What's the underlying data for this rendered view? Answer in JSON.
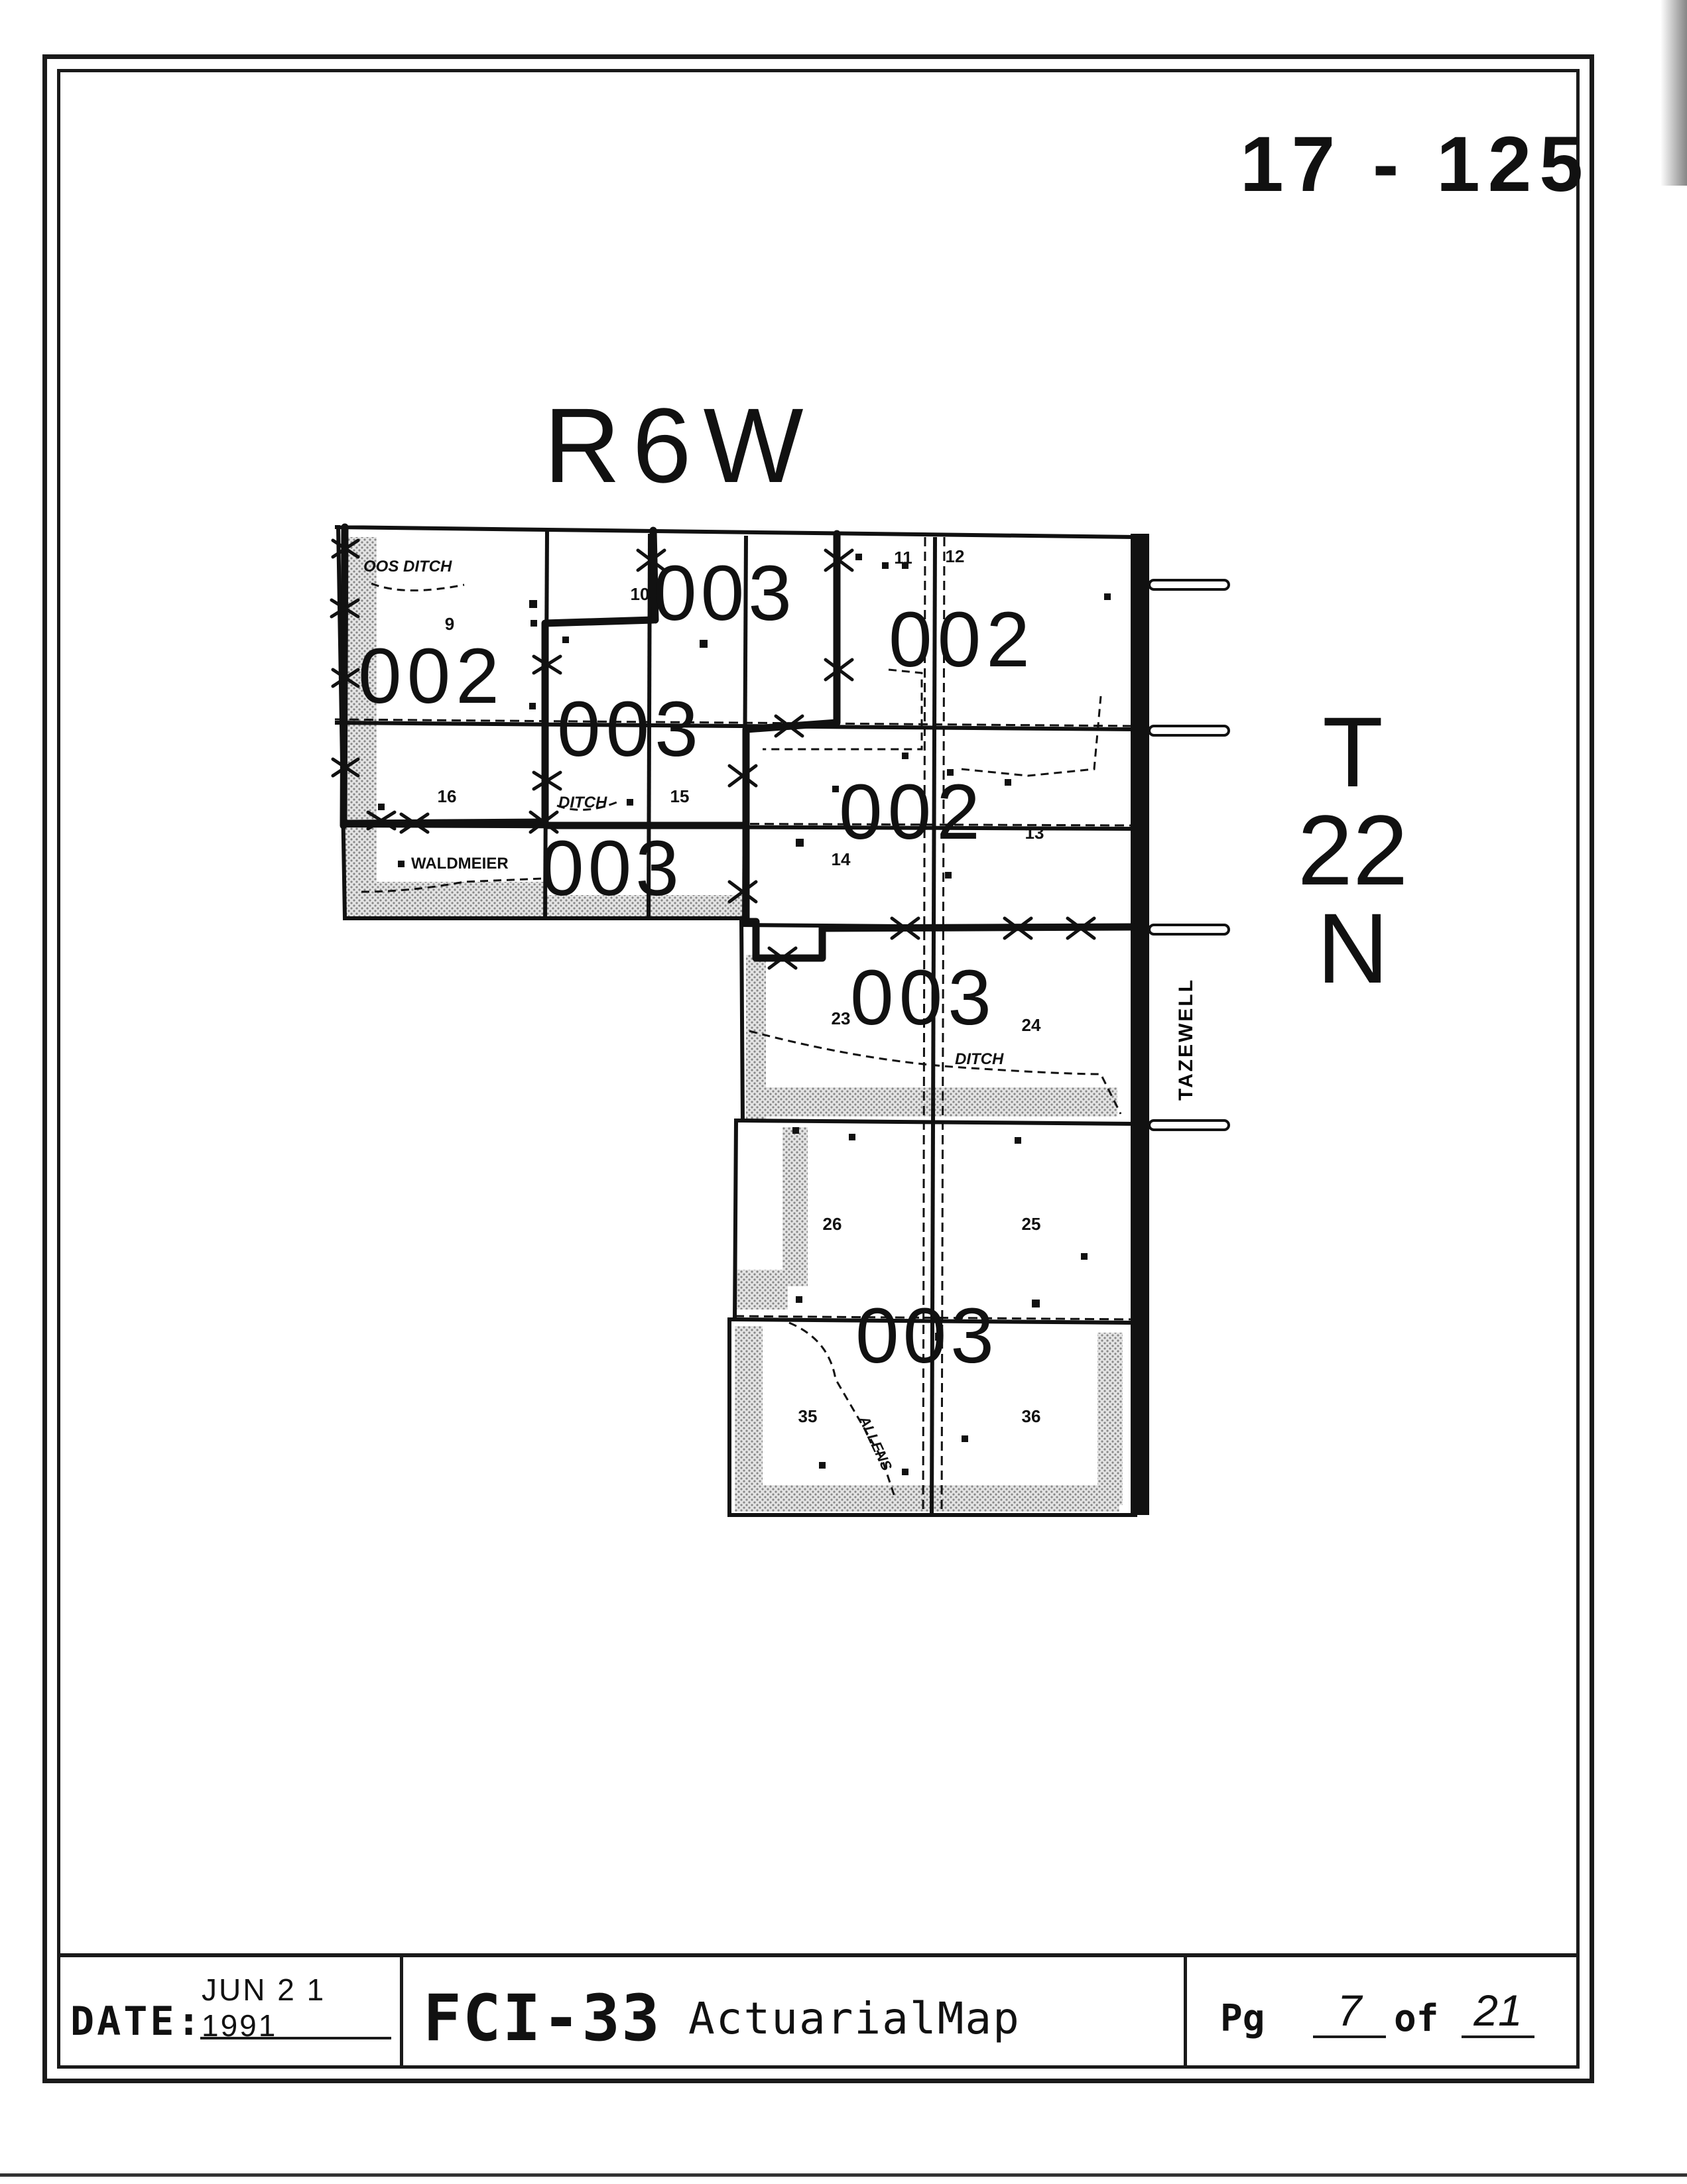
{
  "map_id": "17 - 125",
  "range_label": "R6W",
  "township_label": {
    "line1": "T",
    "line2": "22",
    "line3": "N"
  },
  "county_label": "TAZEWELL",
  "features": {
    "ditch_labels": [
      "OOS DITCH",
      "DITCH",
      "WALDMEIER",
      "DITCH",
      "ALLENS"
    ]
  },
  "section_numbers": [
    "9",
    "10",
    "11",
    "12",
    "16",
    "15",
    "14",
    "13",
    "23",
    "24",
    "26",
    "25",
    "35",
    "36"
  ],
  "unit_codes": [
    "003",
    "002",
    "002",
    "003",
    "002",
    "003",
    "003",
    "003"
  ],
  "footer": {
    "date_label": "DATE:",
    "date_value": "JUN 2 1 1991",
    "title_code": "FCI-33",
    "title_text": "ActuarialMap",
    "page_label": "Pg",
    "page_number": "7",
    "page_of": "of",
    "page_total": "21"
  },
  "colors": {
    "ink": "#111111",
    "shade": "#bdbdbd",
    "paper": "#ffffff"
  }
}
